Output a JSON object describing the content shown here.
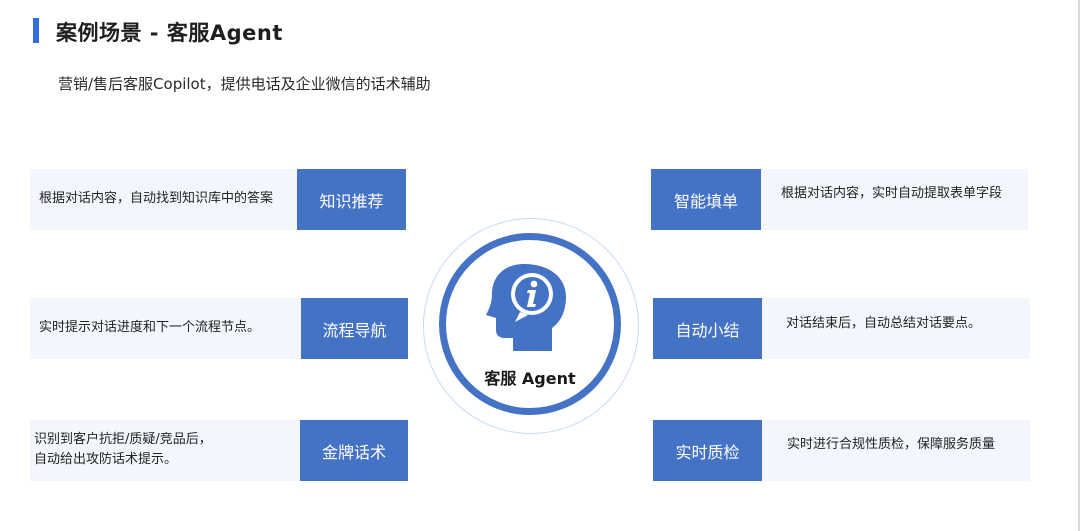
{
  "header": {
    "title": "案例场景 -  客服Agent",
    "subtitle": "营销/售后客服Copilot，提供电话及企业微信的话术辅助"
  },
  "center": {
    "label": "客服 Agent",
    "icon": "head-info-icon",
    "accent_color": "#4472c4"
  },
  "left_cards": [
    {
      "label": "知识推荐",
      "text": "根据对话内容，自动找到知识库中的答案"
    },
    {
      "label": "流程导航",
      "text": "实时提示对话进度和下一个流程节点。"
    },
    {
      "label": "金牌话术",
      "text_lines": [
        "识别到客户抗拒/质疑/竞品后，",
        "自动给出攻防话术提示。"
      ]
    }
  ],
  "right_cards": [
    {
      "label": "智能填单",
      "text": "根据对话内容，实时自动提取表单字段"
    },
    {
      "label": "自动小结",
      "text": "对话结束后，自动总结对话要点。"
    },
    {
      "label": "实时质检",
      "text": "实时进行合规性质检，保障服务质量"
    }
  ]
}
